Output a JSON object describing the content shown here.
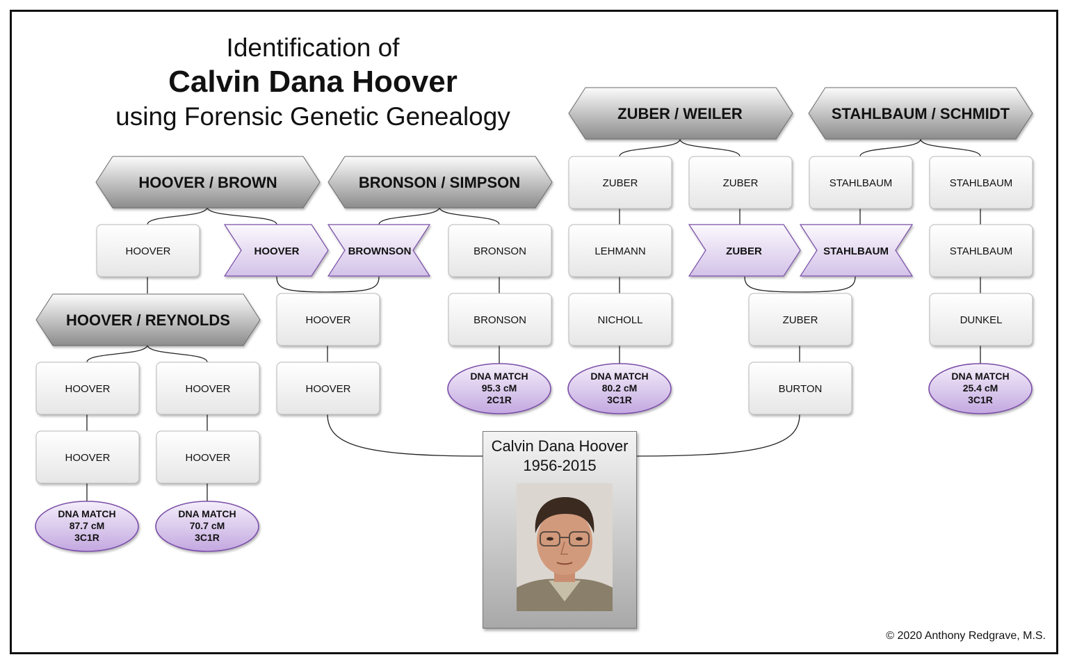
{
  "title": {
    "line1": "Identification of",
    "line2": "Calvin Dana Hoover",
    "line3": "using Forensic Genetic Genealogy"
  },
  "couples": [
    {
      "id": "hoover-brown",
      "label": "HOOVER / BROWN"
    },
    {
      "id": "bronson-simpson",
      "label": "BRONSON / SIMPSON"
    },
    {
      "id": "hoover-reynolds",
      "label": "HOOVER / REYNOLDS"
    },
    {
      "id": "zuber-weiler",
      "label": "ZUBER / WEILER"
    },
    {
      "id": "stahlbaum-schmidt",
      "label": "STAHLBAUM / SCHMIDT"
    }
  ],
  "persons": {
    "hoover_1": "HOOVER",
    "bronson_1": "BRONSON",
    "hoover_a1": "HOOVER",
    "hoover_b1": "HOOVER",
    "hoover_a2": "HOOVER",
    "hoover_b2": "HOOVER",
    "hoover_c1": "HOOVER",
    "hoover_c2": "HOOVER",
    "bronson_2": "BRONSON",
    "zuber_1": "ZUBER",
    "zuber_2": "ZUBER",
    "stahlbaum_1": "STAHLBAUM",
    "stahlbaum_2": "STAHLBAUM",
    "lehmann": "LEHMANN",
    "stahlbaum_3": "STAHLBAUM",
    "nicholl": "NICHOLL",
    "zuber_3": "ZUBER",
    "dunkel": "DUNKEL",
    "burton": "BURTON"
  },
  "marriages": {
    "hoover": "HOOVER",
    "brownson": "BROWNSON",
    "zuber": "ZUBER",
    "stahlbaum": "STAHLBAUM"
  },
  "dna_matches": [
    {
      "heading": "DNA MATCH",
      "cm": "95.3 cM",
      "rel": "2C1R"
    },
    {
      "heading": "DNA MATCH",
      "cm": "80.2 cM",
      "rel": "3C1R"
    },
    {
      "heading": "DNA MATCH",
      "cm": "25.4 cM",
      "rel": "3C1R"
    },
    {
      "heading": "DNA MATCH",
      "cm": "87.7 cM",
      "rel": "3C1R"
    },
    {
      "heading": "DNA MATCH",
      "cm": "70.7 cM",
      "rel": "3C1R"
    }
  ],
  "subject": {
    "name": "Calvin Dana Hoover",
    "years": "1956-2015"
  },
  "copyright": "© 2020 Anthony Redgrave, M.S.",
  "colors": {
    "match_purple": "#7a4ea8",
    "match_fill_light": "#f4eefa",
    "match_fill_dark": "#c3a8e0",
    "hex_dark": "#8c8c8c",
    "box_border": "#b8b8b8"
  }
}
